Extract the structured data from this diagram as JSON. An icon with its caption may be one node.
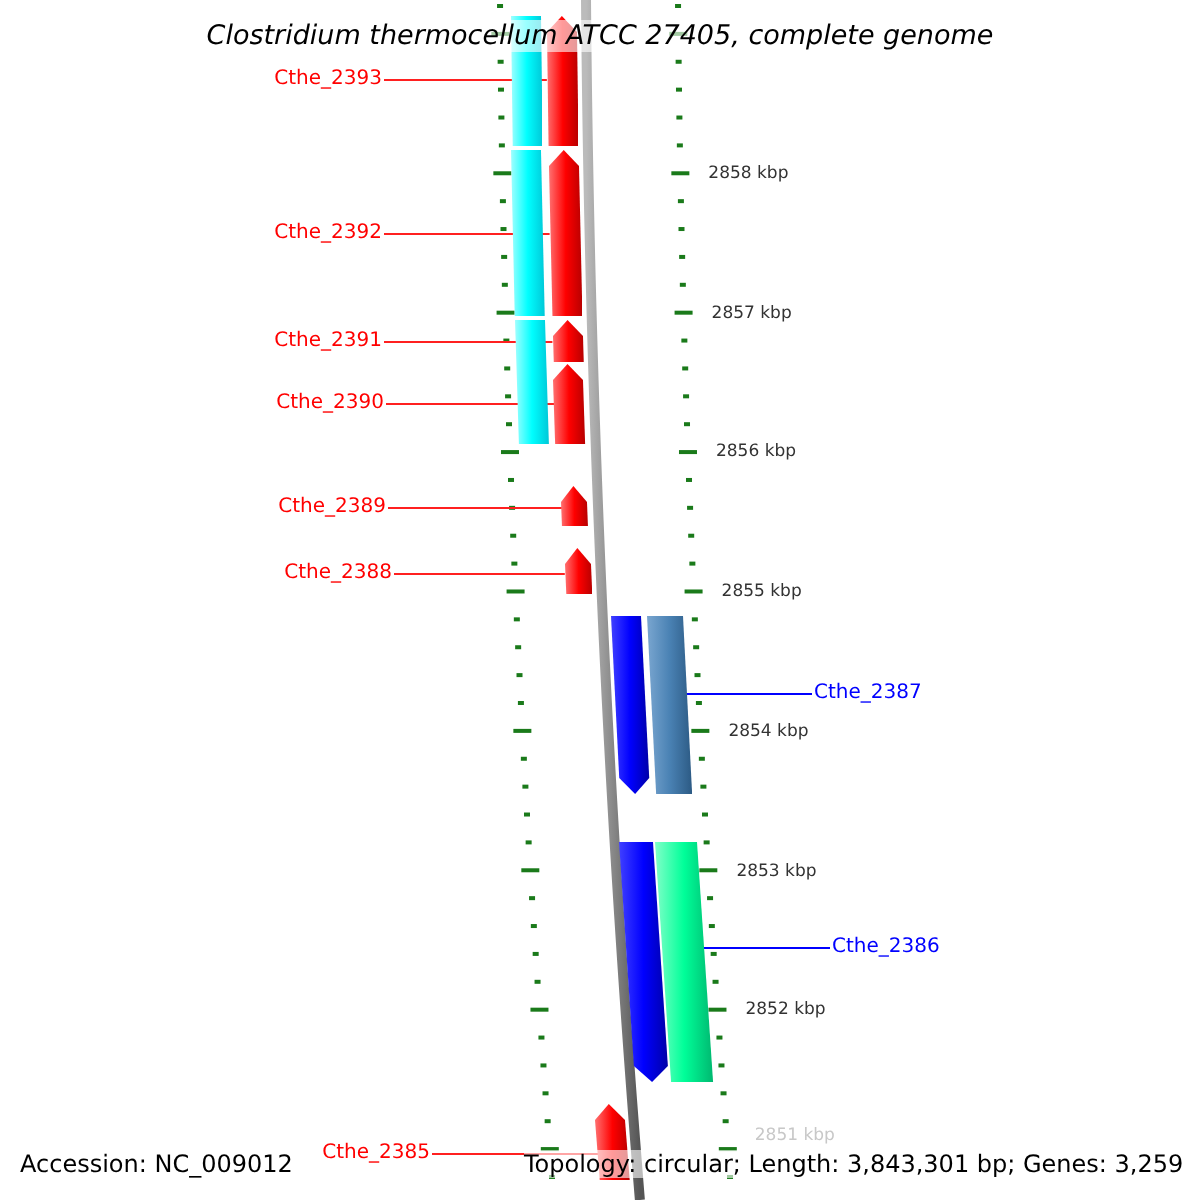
{
  "diagram": {
    "title": "Clostridium thermocellum ATCC 27405, complete genome",
    "nodes": [
      {
        "text": [
          "Cthe_2393"
        ]
      },
      {
        "text": [
          "Cthe_2392"
        ]
      },
      {
        "text": [
          "Cthe_2391"
        ]
      },
      {
        "text": [
          "Cthe_2390"
        ]
      },
      {
        "text": [
          "Cthe_2389"
        ]
      },
      {
        "text": [
          "Cthe_2388"
        ]
      },
      {
        "text": [
          "Cthe_2387"
        ]
      },
      {
        "text": [
          "Cthe_2386"
        ]
      },
      {
        "text": [
          "Cthe_2385"
        ]
      },
      {
        "text": [],
        "shape": "arrow"
      },
      {
        "text": [],
        "shape": "arrow"
      },
      {
        "text": [],
        "shape": "arrow"
      },
      {
        "text": [],
        "shape": "arrow"
      },
      {
        "text": [],
        "shape": "arrow"
      },
      {
        "text": [],
        "shape": "arrow"
      },
      {
        "text": [],
        "shape": "bar"
      },
      {
        "text": [],
        "shape": "bar"
      },
      {
        "text": [],
        "shape": "arrow"
      },
      {
        "text": [],
        "shape": "bar"
      },
      {
        "text": [],
        "shape": "bar"
      },
      {
        "text": [],
        "shape": "bar"
      },
      {
        "text": [],
        "shape": "arrow"
      },
      {
        "text": [],
        "shape": "arrow"
      }
    ],
    "edges": [
      {
        "from": 0,
        "to": 9,
        "arrow": "none"
      },
      {
        "from": 1,
        "to": 10,
        "arrow": "none"
      },
      {
        "from": 2,
        "to": 11,
        "arrow": "none"
      },
      {
        "from": 3,
        "to": 12,
        "arrow": "none"
      },
      {
        "from": 4,
        "to": 13,
        "arrow": "none"
      },
      {
        "from": 5,
        "to": 14,
        "arrow": "none"
      },
      {
        "from": 6,
        "to": 15,
        "arrow": "none",
        "color": "#0000ff"
      },
      {
        "from": 7,
        "to": 16,
        "arrow": "none",
        "color": "#0000ff"
      },
      {
        "from": 8,
        "to": 17,
        "arrow": "none"
      }
    ],
    "labels": [
      "2858 kbp",
      "2857 kbp",
      "2856 kbp",
      "2855 kbp",
      "2854 kbp",
      "2853 kbp",
      "2852 kbp",
      "2851 kbp",
      "Accession: NC_009012",
      "Topology: circular; Length: 3,843,301 bp; Genes: 3,259"
    ]
  }
}
